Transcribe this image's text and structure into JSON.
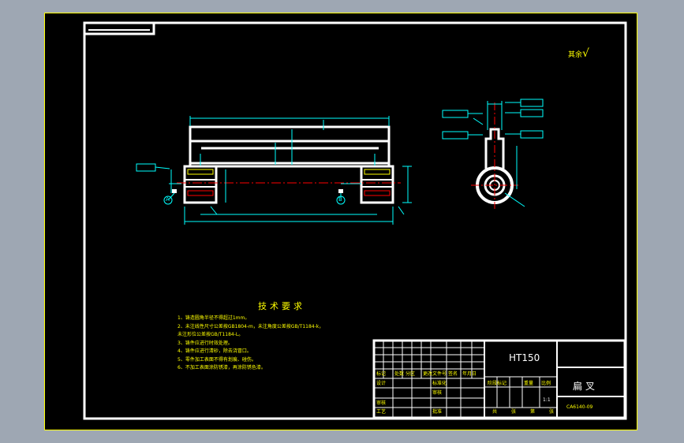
{
  "window": {
    "background": "#9ea7b3",
    "canvas_color": "#000000",
    "frame_color": "#ffffff",
    "accent_cyan": "#00ffff",
    "accent_green": "#00ff00",
    "accent_red": "#ff0000",
    "accent_yellow": "#ffff00"
  },
  "drawing": {
    "roughness_note": "其余",
    "roughness_symbol": "√",
    "tech_requirements": {
      "title": "技术要求",
      "items": [
        "1、铸造圆角半径不得超过1mm。",
        "2、未注线性尺寸公差按GB1804-m，未注角度公差按GB/T1184-k，",
        "   未注形位公差按GB/T1184-L。",
        "3、铸件应进行时效处理。",
        "4、铸件应进行清砂，除去浇冒口。",
        "5、零件加工表面不得有划痕、碰伤。",
        "6、不加工表面涂防锈漆，再涂防锈色漆。"
      ]
    },
    "title_block": {
      "material": "HT150",
      "part_name": "扁叉",
      "drawing_code": "CA6140-09",
      "scale": "1:1",
      "row_labels": [
        "标记",
        "设计",
        "审核",
        "工艺"
      ],
      "head_labels": [
        "处数",
        "分区",
        "更改文件号",
        "签名",
        "年月日"
      ],
      "mid_labels": [
        "标准化",
        "审核",
        "批准"
      ],
      "stage_labels": [
        "阶段标记",
        "重量",
        "比例"
      ],
      "sheet_labels": [
        "共",
        "张",
        "第",
        "张"
      ]
    },
    "datum_labels": [
      "A",
      "B"
    ]
  }
}
